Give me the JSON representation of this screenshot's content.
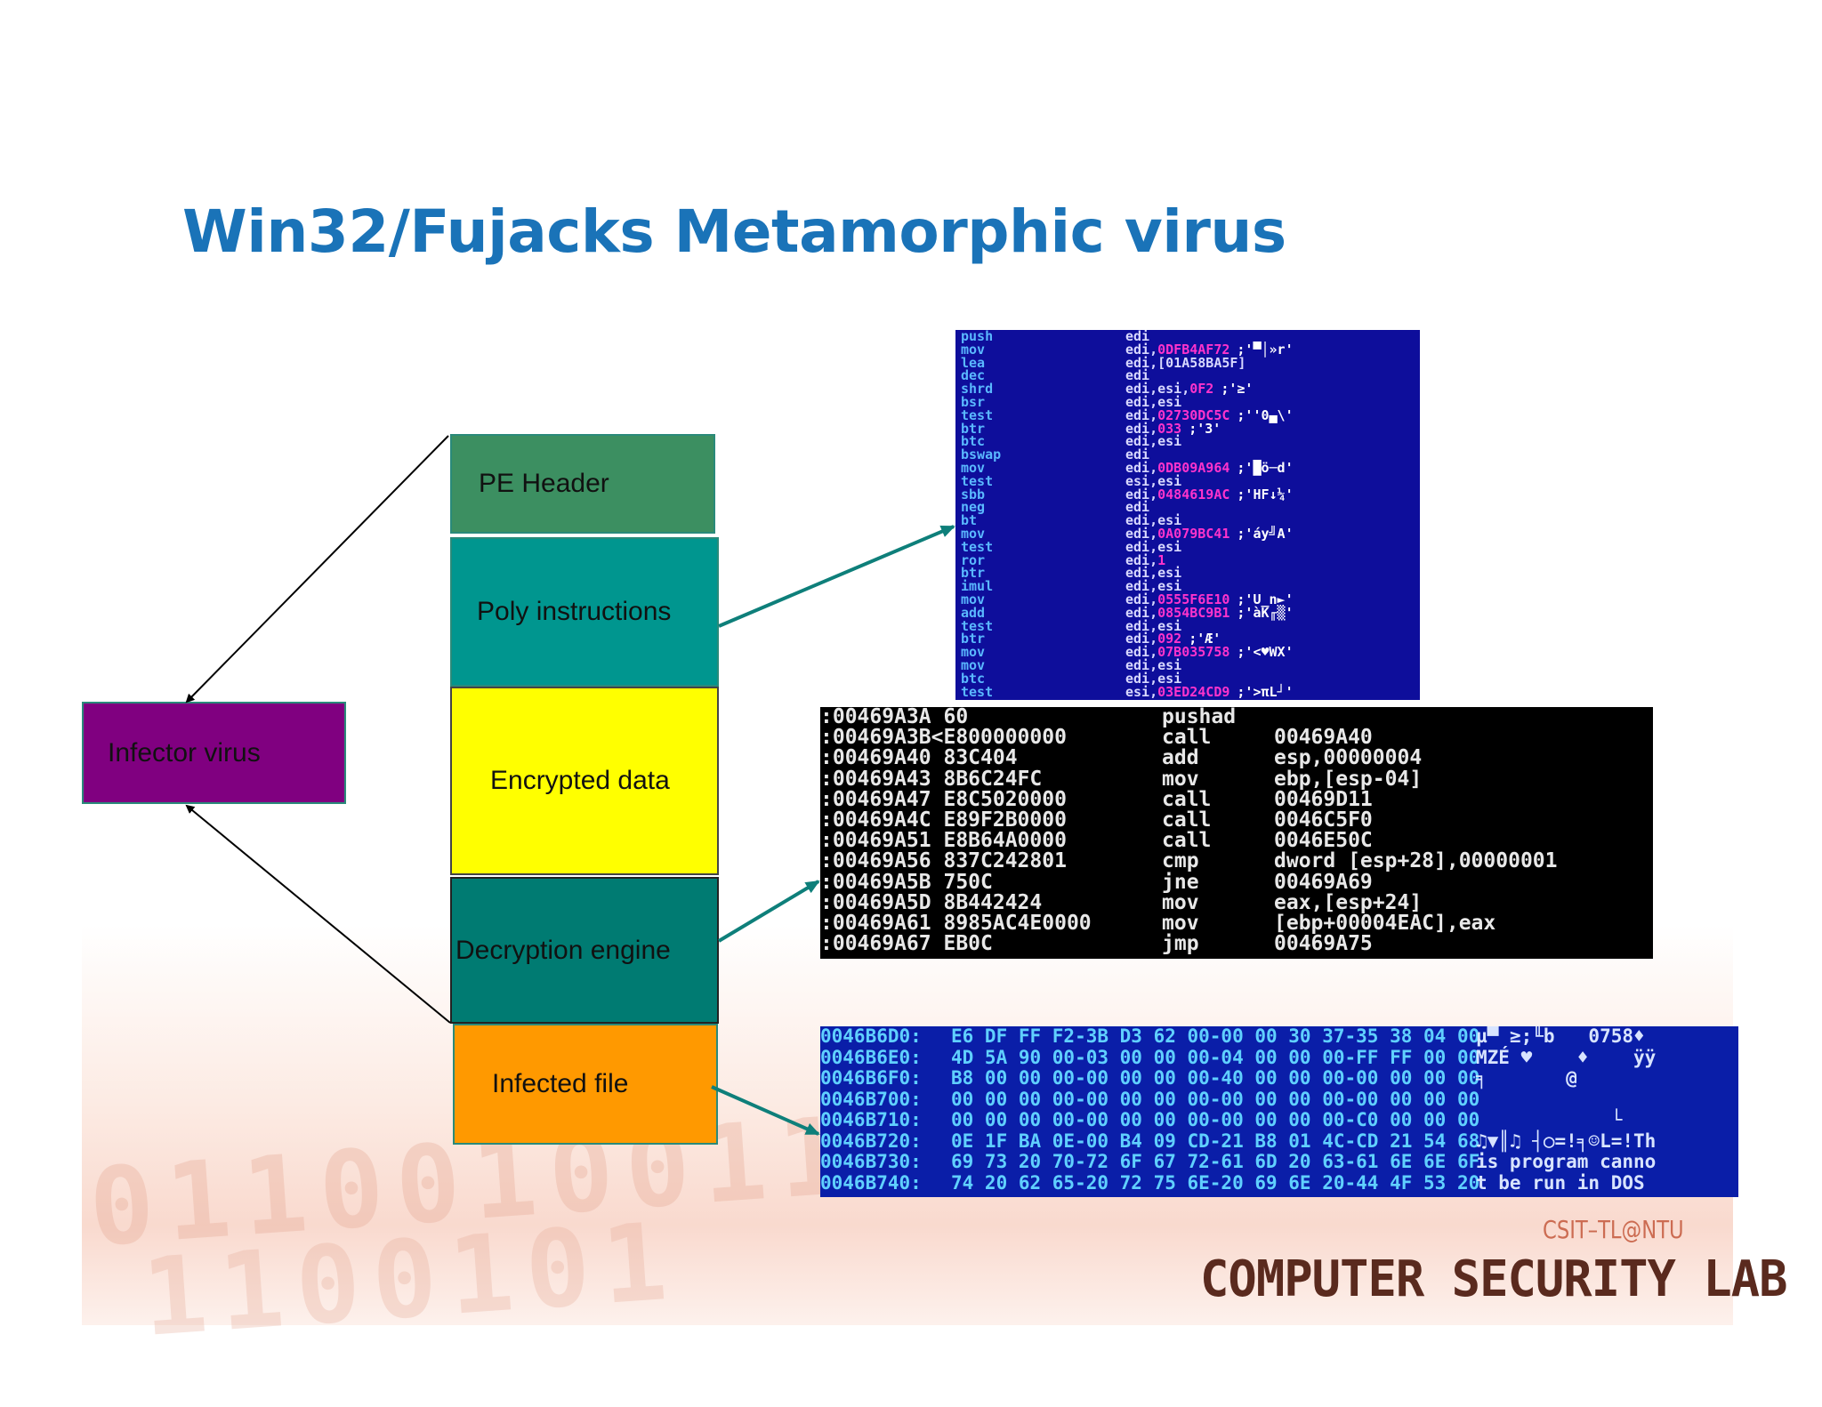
{
  "title": "Win32/Fujacks Metamorphic virus",
  "background_digits": [
    "0110010011",
    "1100101"
  ],
  "blocks": {
    "pe_header": "PE Header",
    "poly_instructions": "Poly instructions",
    "encrypted_data": "Encrypted data",
    "decryption_engine": "Decryption engine",
    "infected_file": "Infected file"
  },
  "infector_virus": "Infector virus",
  "poly_asm": [
    [
      "push",
      "edi",
      "",
      ""
    ],
    [
      "mov",
      "edi,",
      "0DFB4AF72",
      ";'▀│»r'"
    ],
    [
      "lea",
      "edi,[01A58BA5F]",
      "",
      ""
    ],
    [
      "dec",
      "edi",
      "",
      ""
    ],
    [
      "shrd",
      "edi,esi,",
      "0F2",
      ";'≥'"
    ],
    [
      "bsr",
      "edi,esi",
      "",
      ""
    ],
    [
      "test",
      "edi,",
      "02730DC5C",
      ";''0▄\\'"
    ],
    [
      "btr",
      "edi,",
      "033",
      ";'3'"
    ],
    [
      "btc",
      "edi,esi",
      "",
      ""
    ],
    [
      "bswap",
      "edi",
      "",
      ""
    ],
    [
      "mov",
      "edi,",
      "0DB09A964",
      ";'█ö─d'"
    ],
    [
      "test",
      "esi,esi",
      "",
      ""
    ],
    [
      "sbb",
      "edi,",
      "0484619AC",
      ";'HF↓¼'"
    ],
    [
      "neg",
      "edi",
      "",
      ""
    ],
    [
      "bt",
      "edi,esi",
      "",
      ""
    ],
    [
      "mov",
      "edi,",
      "0A079BC41",
      ";'áy╝A'"
    ],
    [
      "test",
      "edi,esi",
      "",
      ""
    ],
    [
      "ror",
      "edi,",
      "1",
      ""
    ],
    [
      "btr",
      "edi,esi",
      "",
      ""
    ],
    [
      "imul",
      "edi,esi",
      "",
      ""
    ],
    [
      "mov",
      "edi,",
      "0555F6E10",
      ";'U_n►'"
    ],
    [
      "add",
      "edi,",
      "0854BC9B1",
      ";'àK╓▒'"
    ],
    [
      "test",
      "edi,esi",
      "",
      ""
    ],
    [
      "btr",
      "edi,",
      "092",
      ";'Æ'"
    ],
    [
      "mov",
      "edi,",
      "07B035758",
      ";'<♥WX'"
    ],
    [
      "mov",
      "edi,esi",
      "",
      ""
    ],
    [
      "btc",
      "edi,esi",
      "",
      ""
    ],
    [
      "test",
      "esi,",
      "03ED24CD9",
      ";'>πL┘'"
    ]
  ],
  "decrypt_asm": [
    [
      ":00469A3A 60",
      "pushad",
      ""
    ],
    [
      ":00469A3B<E800000000",
      "call",
      "00469A40"
    ],
    [
      ":00469A40 83C404",
      "add",
      "esp,00000004"
    ],
    [
      ":00469A43 8B6C24FC",
      "mov",
      "ebp,[esp-04]"
    ],
    [
      ":00469A47 E8C5020000",
      "call",
      "00469D11"
    ],
    [
      ":00469A4C E89F2B0000",
      "call",
      "0046C5F0"
    ],
    [
      ":00469A51 E8B64A0000",
      "call",
      "0046E50C"
    ],
    [
      ":00469A56 837C242801",
      "cmp",
      "dword [esp+28],00000001"
    ],
    [
      ":00469A5B 750C",
      "jne",
      "00469A69"
    ],
    [
      ":00469A5D 8B442424",
      "mov",
      "eax,[esp+24]"
    ],
    [
      ":00469A61 8985AC4E0000",
      "mov",
      "[ebp+00004EAC],eax"
    ],
    [
      ":00469A67 EB0C",
      "jmp",
      "00469A75"
    ]
  ],
  "hex_dump": [
    [
      "0046B6D0:",
      "E6 DF FF F2-3B D3 62 00-00 00 30 37-35 38 04 00",
      "µ▀ ≥;╙b   0758♦"
    ],
    [
      "0046B6E0:",
      "4D 5A 90 00-03 00 00 00-04 00 00 00-FF FF 00 00",
      "MZÉ ♥    ♦    ÿÿ"
    ],
    [
      "0046B6F0:",
      "B8 00 00 00-00 00 00 00-40 00 00 00-00 00 00 00",
      "╕       @"
    ],
    [
      "0046B700:",
      "00 00 00 00-00 00 00 00-00 00 00 00-00 00 00 00",
      ""
    ],
    [
      "0046B710:",
      "00 00 00 00-00 00 00 00-00 00 00 00-C0 00 00 00",
      "            └"
    ],
    [
      "0046B720:",
      "0E 1F BA 0E-00 B4 09 CD-21 B8 01 4C-CD 21 54 68",
      "♫▼║♫ ┤○=!╕☺L=!Th"
    ],
    [
      "0046B730:",
      "69 73 20 70-72 6F 67 72-61 6D 20 63-61 6E 6E 6F",
      "is program canno"
    ],
    [
      "0046B740:",
      "74 20 62 65-20 72 75 6E-20 69 6E 20-44 4F 53 20",
      "t be run in DOS "
    ]
  ],
  "logo": {
    "subtitle": "CSIT–TL@NTU",
    "name": "COMPUTER SECURITY LAB"
  },
  "colors": {
    "title": "#1a73b8",
    "pe_header": "#3c8f61",
    "poly_instructions": "#00968f",
    "encrypted_data": "#ffff00",
    "decryption_engine": "#007b72",
    "infected_file": "#ff9900",
    "infector_virus": "#800080",
    "pointer_arrows": "#0e7f7a"
  }
}
